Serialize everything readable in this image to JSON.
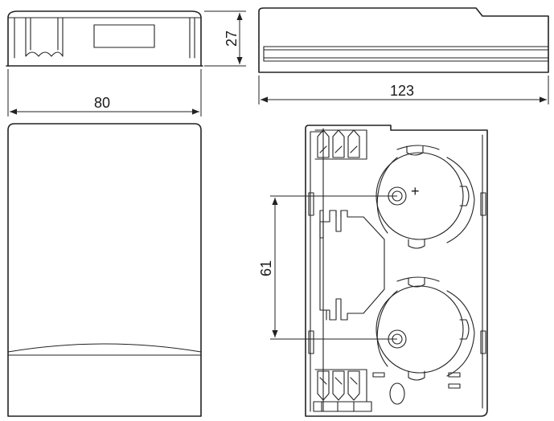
{
  "dimensions": {
    "width": "80",
    "height": "27",
    "length": "123",
    "hole_spacing": "61"
  },
  "marks": {
    "polarity": "+"
  }
}
